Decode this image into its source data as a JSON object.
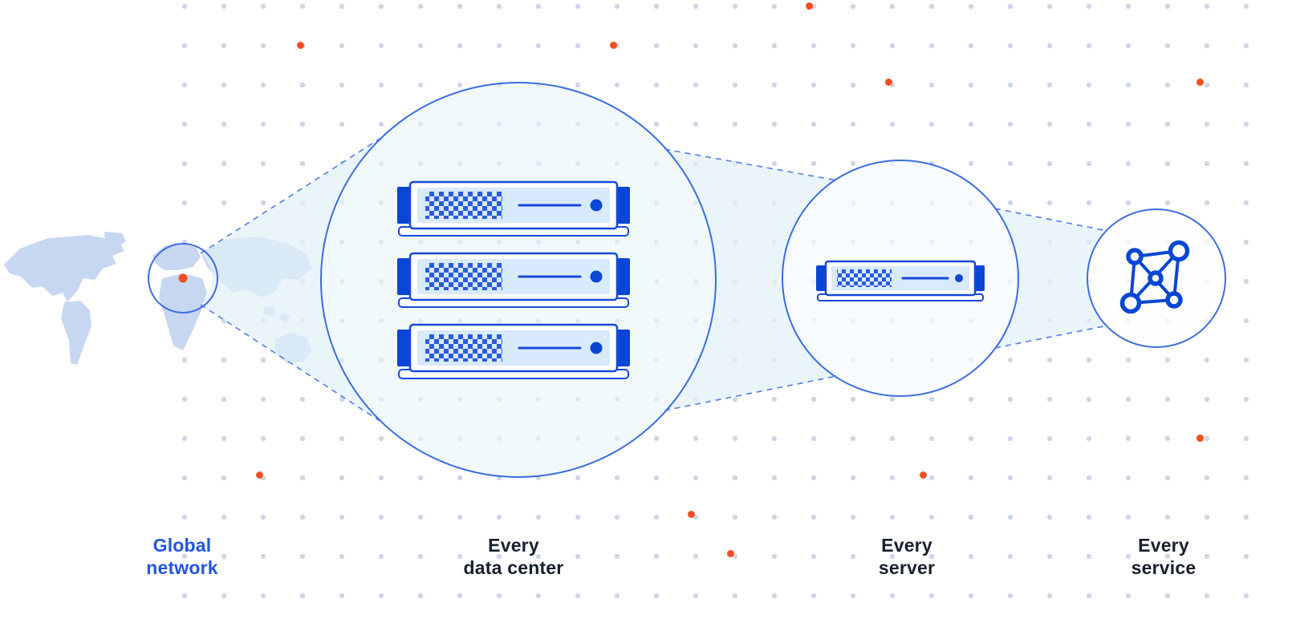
{
  "palette": {
    "outline_blue": "#3c6ce0",
    "dash_blue": "#5b82e4",
    "cone_fill": "#e1f1f8",
    "circle_fill": "#e9f5fa",
    "accent_orange": "#f04f21",
    "map_fill": "#c7d7f2",
    "server_border": "#1748d8",
    "server_cap": "#0a46d4",
    "panel_blue": "#d8eafc",
    "checker_blue": "#2a5ce0",
    "grid_dot": "#cdd5e6",
    "label_dark": "#18202e",
    "label_blue": "#2355e0"
  },
  "captions": [
    {
      "lines": [
        "Global",
        "network"
      ],
      "emphasis": true
    },
    {
      "lines": [
        "Every",
        "data center"
      ],
      "emphasis": false
    },
    {
      "lines": [
        "Every",
        "server"
      ],
      "emphasis": false
    },
    {
      "lines": [
        "Every",
        "service"
      ],
      "emphasis": false
    }
  ],
  "icons": {
    "map": "world-map-silhouette",
    "map_marker": "orange-location-dot",
    "data_center": "server-rack-3-units",
    "server": "server-unit",
    "service": "connected-network-nodes"
  }
}
